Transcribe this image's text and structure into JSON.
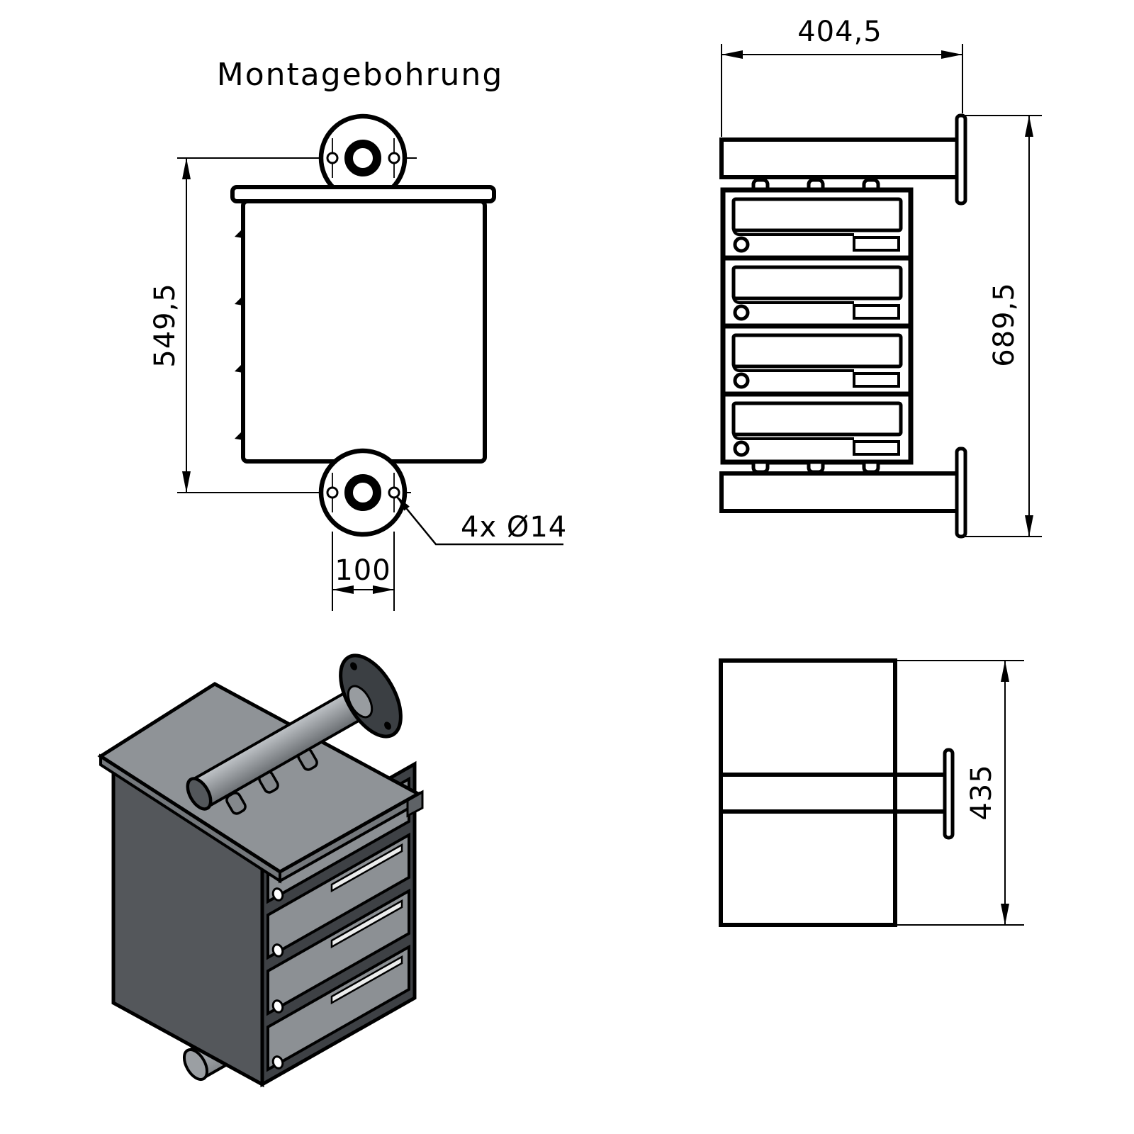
{
  "drawing": {
    "title": "Montagebohrung",
    "line_color": "#000000",
    "background": "#ffffff",
    "dimensions": {
      "side_height": "549,5",
      "hole_spacing": "100",
      "holes_note": "4x Ø14",
      "front_width": "404,5",
      "front_overall_height": "689,5",
      "top_depth": "435"
    },
    "front_view": {
      "compartment_count": 4
    },
    "iso_colors": {
      "roof": "#8f9397",
      "roof_edge": "#74787c",
      "side_face": "#54575b",
      "front_face": "#3e4145",
      "flap": "#8c9094",
      "slot": "#eceded",
      "tube_cap": "#53575b",
      "wall_flange": "#3b3f43",
      "tube_end": "#989ca0",
      "stub": "#84888c"
    }
  }
}
